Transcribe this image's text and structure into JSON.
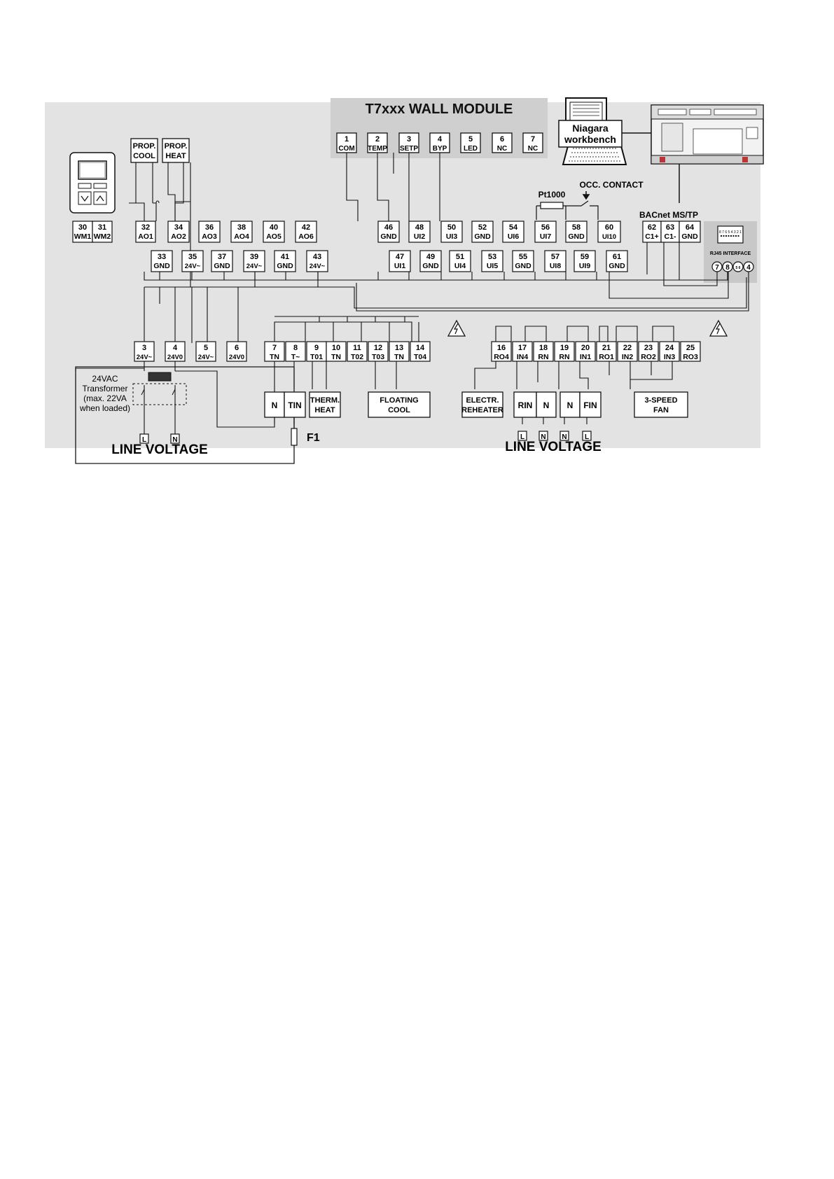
{
  "wall_module": {
    "title": "T7xxx WALL MODULE",
    "terminals": [
      {
        "num": "1",
        "label": "COM"
      },
      {
        "num": "2",
        "label": "TEMP"
      },
      {
        "num": "3",
        "label": "SETP"
      },
      {
        "num": "4",
        "label": "BYP"
      },
      {
        "num": "5",
        "label": "LED"
      },
      {
        "num": "6",
        "label": "NC"
      },
      {
        "num": "7",
        "label": "NC"
      }
    ]
  },
  "workbench": {
    "line1": "Niagara",
    "line2": "workbench"
  },
  "top_upper_terminals": [
    {
      "num": "30",
      "label": "WM1"
    },
    {
      "num": "31",
      "label": "WM2"
    },
    {
      "num": "32",
      "label": "AO1"
    },
    {
      "num": "34",
      "label": "AO2"
    },
    {
      "num": "36",
      "label": "AO3"
    },
    {
      "num": "38",
      "label": "AO4"
    },
    {
      "num": "40",
      "label": "AO5"
    },
    {
      "num": "42",
      "label": "AO6"
    },
    {
      "num": "46",
      "label": "GND"
    },
    {
      "num": "48",
      "label": "UI2"
    },
    {
      "num": "50",
      "label": "UI3"
    },
    {
      "num": "52",
      "label": "GND"
    },
    {
      "num": "54",
      "label": "UI6"
    },
    {
      "num": "56",
      "label": "UI7"
    },
    {
      "num": "58",
      "label": "GND"
    },
    {
      "num": "60",
      "label": "UI10"
    },
    {
      "num": "62",
      "label": "C1+"
    },
    {
      "num": "63",
      "label": "C1-"
    },
    {
      "num": "64",
      "label": "GND"
    }
  ],
  "top_lower_terminals": [
    {
      "num": "33",
      "label": "GND"
    },
    {
      "num": "35",
      "label": "24V~"
    },
    {
      "num": "37",
      "label": "GND"
    },
    {
      "num": "39",
      "label": "24V~"
    },
    {
      "num": "41",
      "label": "GND"
    },
    {
      "num": "43",
      "label": "24V~"
    },
    {
      "num": "47",
      "label": "UI1"
    },
    {
      "num": "49",
      "label": "GND"
    },
    {
      "num": "51",
      "label": "UI4"
    },
    {
      "num": "53",
      "label": "UI5"
    },
    {
      "num": "55",
      "label": "GND"
    },
    {
      "num": "57",
      "label": "UI8"
    },
    {
      "num": "59",
      "label": "UI9"
    },
    {
      "num": "61",
      "label": "GND"
    }
  ],
  "bottom_terminals": [
    {
      "num": "3",
      "label": "24V~"
    },
    {
      "num": "4",
      "label": "24V0"
    },
    {
      "num": "5",
      "label": "24V~"
    },
    {
      "num": "6",
      "label": "24V0"
    },
    {
      "num": "7",
      "label": "TN"
    },
    {
      "num": "8",
      "label": "T~"
    },
    {
      "num": "9",
      "label": "T01"
    },
    {
      "num": "10",
      "label": "TN"
    },
    {
      "num": "11",
      "label": "T02"
    },
    {
      "num": "12",
      "label": "T03"
    },
    {
      "num": "13",
      "label": "TN"
    },
    {
      "num": "14",
      "label": "T04"
    },
    {
      "num": "16",
      "label": "RO4"
    },
    {
      "num": "17",
      "label": "IN4"
    },
    {
      "num": "18",
      "label": "RN"
    },
    {
      "num": "19",
      "label": "RN"
    },
    {
      "num": "20",
      "label": "IN1"
    },
    {
      "num": "21",
      "label": "RO1"
    },
    {
      "num": "22",
      "label": "IN2"
    },
    {
      "num": "23",
      "label": "RO2"
    },
    {
      "num": "24",
      "label": "IN3"
    },
    {
      "num": "25",
      "label": "RO3"
    }
  ],
  "prop_cool": {
    "line1": "PROP.",
    "line2": "COOL"
  },
  "prop_heat": {
    "line1": "PROP.",
    "line2": "HEAT"
  },
  "pt1000": "Pt1000",
  "occ_contact": "OCC. CONTACT",
  "bacnet": "BACnet MS/TP",
  "rj45": {
    "label": "RJ45 INTERFACE",
    "pins": "8 7 6 5 4 3 2 1",
    "port_7": "7",
    "port_8": "8",
    "port_56": "5 6",
    "port_4": "4"
  },
  "transformer": {
    "line1": "24VAC",
    "line2": "Transformer",
    "line3": "(max. 22VA",
    "line4": "when loaded)"
  },
  "devices": {
    "n_left": "N",
    "tin": "TIN",
    "therm_heat_1": "THERM.",
    "therm_heat_2": "HEAT",
    "floating_cool_1": "FLOATING",
    "floating_cool_2": "COOL",
    "electr_1": "ELECTR.",
    "electr_2": "REHEATER",
    "rin": "RIN",
    "n_mid": "N",
    "n_right": "N",
    "fin": "FIN",
    "fan_1": "3-SPEED",
    "fan_2": "FAN"
  },
  "supply": {
    "left_l": "L",
    "left_n": "N",
    "r_l1": "L",
    "r_n1": "N",
    "r_n2": "N",
    "r_l2": "L"
  },
  "fuse": "F1",
  "line_voltage_left": "LINE VOLTAGE",
  "line_voltage_right": "LINE VOLTAGE"
}
